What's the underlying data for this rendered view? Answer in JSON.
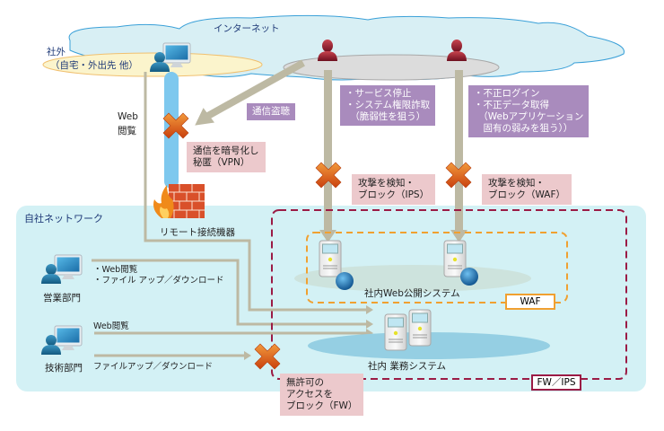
{
  "zones": {
    "internet": "インターネット",
    "outside_title": "社外",
    "outside_sub": "（自宅・外出先 他）",
    "company_network": "自社ネットワーク"
  },
  "labels": {
    "web_browse_line1": "Web",
    "web_browse_line2": "閲覧",
    "remote_device": "リモート接続機器",
    "sales_dept": "営業部門",
    "tech_dept": "技術部門",
    "sales_line1": "・Web閲覧",
    "sales_line2": "・ファイル アップ／ダウンロード",
    "tech_web": "Web閲覧",
    "tech_file": "ファイルアップ／ダウンロード",
    "web_public_system": "社内Web公開システム",
    "business_system": "社内 業務システム",
    "waf_tag": "WAF",
    "fw_ips_tag": "FW／IPS"
  },
  "threats": {
    "eavesdrop": "通信盗聴",
    "ips_attack": "・サービス停止\n・システム権限詐取\n　（脆弱性を狙う）",
    "waf_attack": "・不正ログイン\n・不正データ取得\n　（Webアプリケーション\n　固有の弱みを狙う））"
  },
  "countermeasures": {
    "vpn": "通信を暗号化し\n秘匿（VPN）",
    "ips": "攻撃を検知・\nブロック（IPS）",
    "waf": "攻撃を検知・\nブロック（WAF）",
    "fw": "無許可の\nアクセスを\nブロック（FW）"
  },
  "colors": {
    "cloud_fill": "#d8eff4",
    "cloud_stroke": "#3aa0d8",
    "network_fill": "#d3f1f5",
    "flow_line": "#bdb9a3",
    "vpn_tunnel": "#7ec8ee",
    "block_x": "#e0621a",
    "threat_box": "#a98bbd",
    "measure_box": "#ecc9cc",
    "waf_border": "#f0a030",
    "fw_border": "#9b1b45",
    "attacker": "#8e1f2e",
    "user": "#1f6f9a"
  }
}
